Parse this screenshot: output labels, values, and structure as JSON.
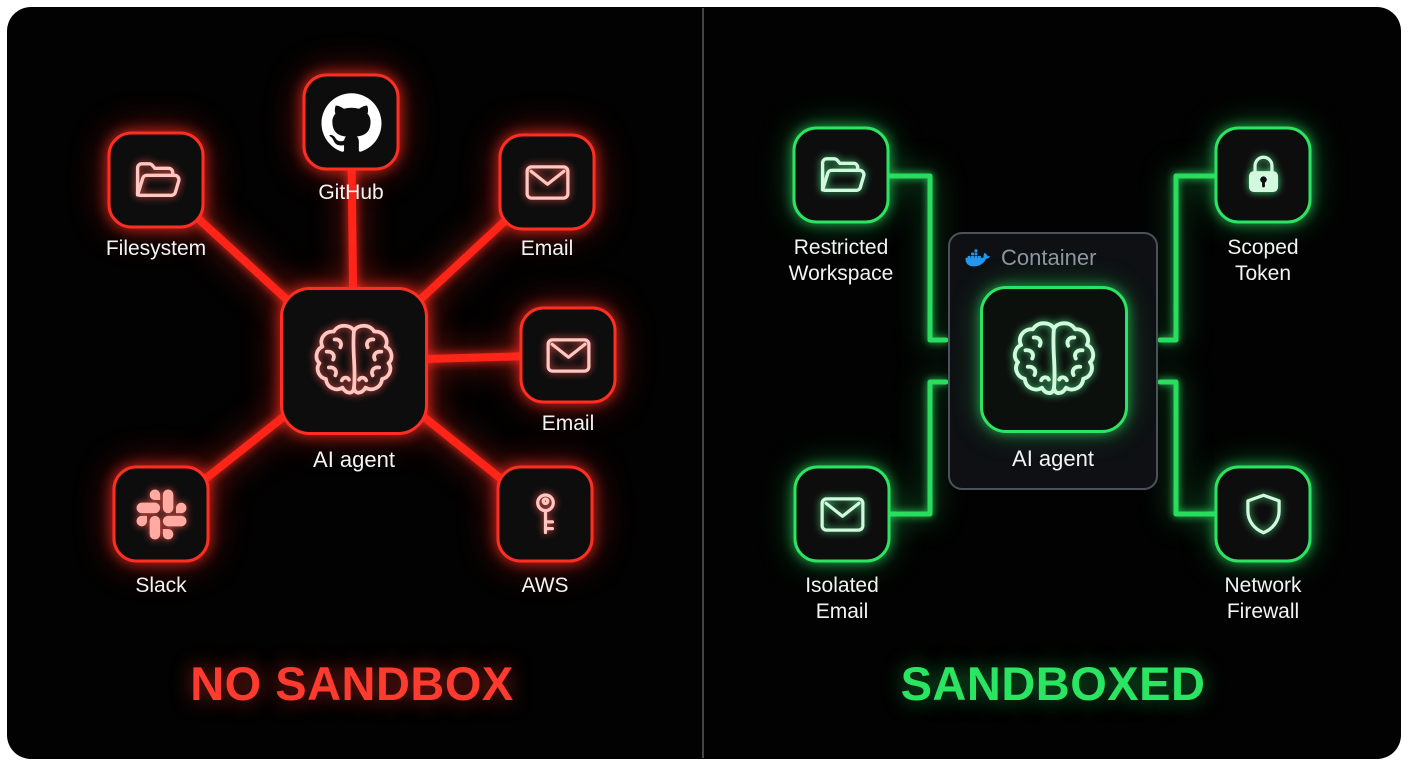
{
  "left_panel": {
    "title": "NO SANDBOX",
    "accent_color": "#ff2e22",
    "center_node": {
      "label": "AI agent",
      "icon": "brain-icon"
    },
    "nodes": [
      {
        "label": "Filesystem",
        "icon": "folder-icon"
      },
      {
        "label": "GitHub",
        "icon": "github-icon"
      },
      {
        "label": "Email",
        "icon": "envelope-icon"
      },
      {
        "label": "Email",
        "icon": "envelope-icon"
      },
      {
        "label": "Slack",
        "icon": "slack-icon"
      },
      {
        "label": "AWS",
        "icon": "key-icon"
      }
    ]
  },
  "right_panel": {
    "title": "SANDBOXED",
    "accent_color": "#2be463",
    "container": {
      "label": "Container",
      "icon": "docker-icon",
      "label_color": "#8d96a1",
      "border_color": "#4a525c",
      "docker_blue": "#2496ed",
      "center_node": {
        "label": "AI agent",
        "icon": "brain-icon"
      }
    },
    "nodes": [
      {
        "label": "Restricted Workspace",
        "icon": "folder-icon"
      },
      {
        "label": "Scoped Token",
        "icon": "lock-icon"
      },
      {
        "label": "Isolated Email",
        "icon": "envelope-icon"
      },
      {
        "label": "Network Firewall",
        "icon": "shield-icon"
      }
    ]
  },
  "colors": {
    "page_background": "#ffffff",
    "canvas_background": "#000000",
    "red_accent": "#ff2e22",
    "green_accent": "#2be463",
    "label_text": "#f3f3f3"
  }
}
